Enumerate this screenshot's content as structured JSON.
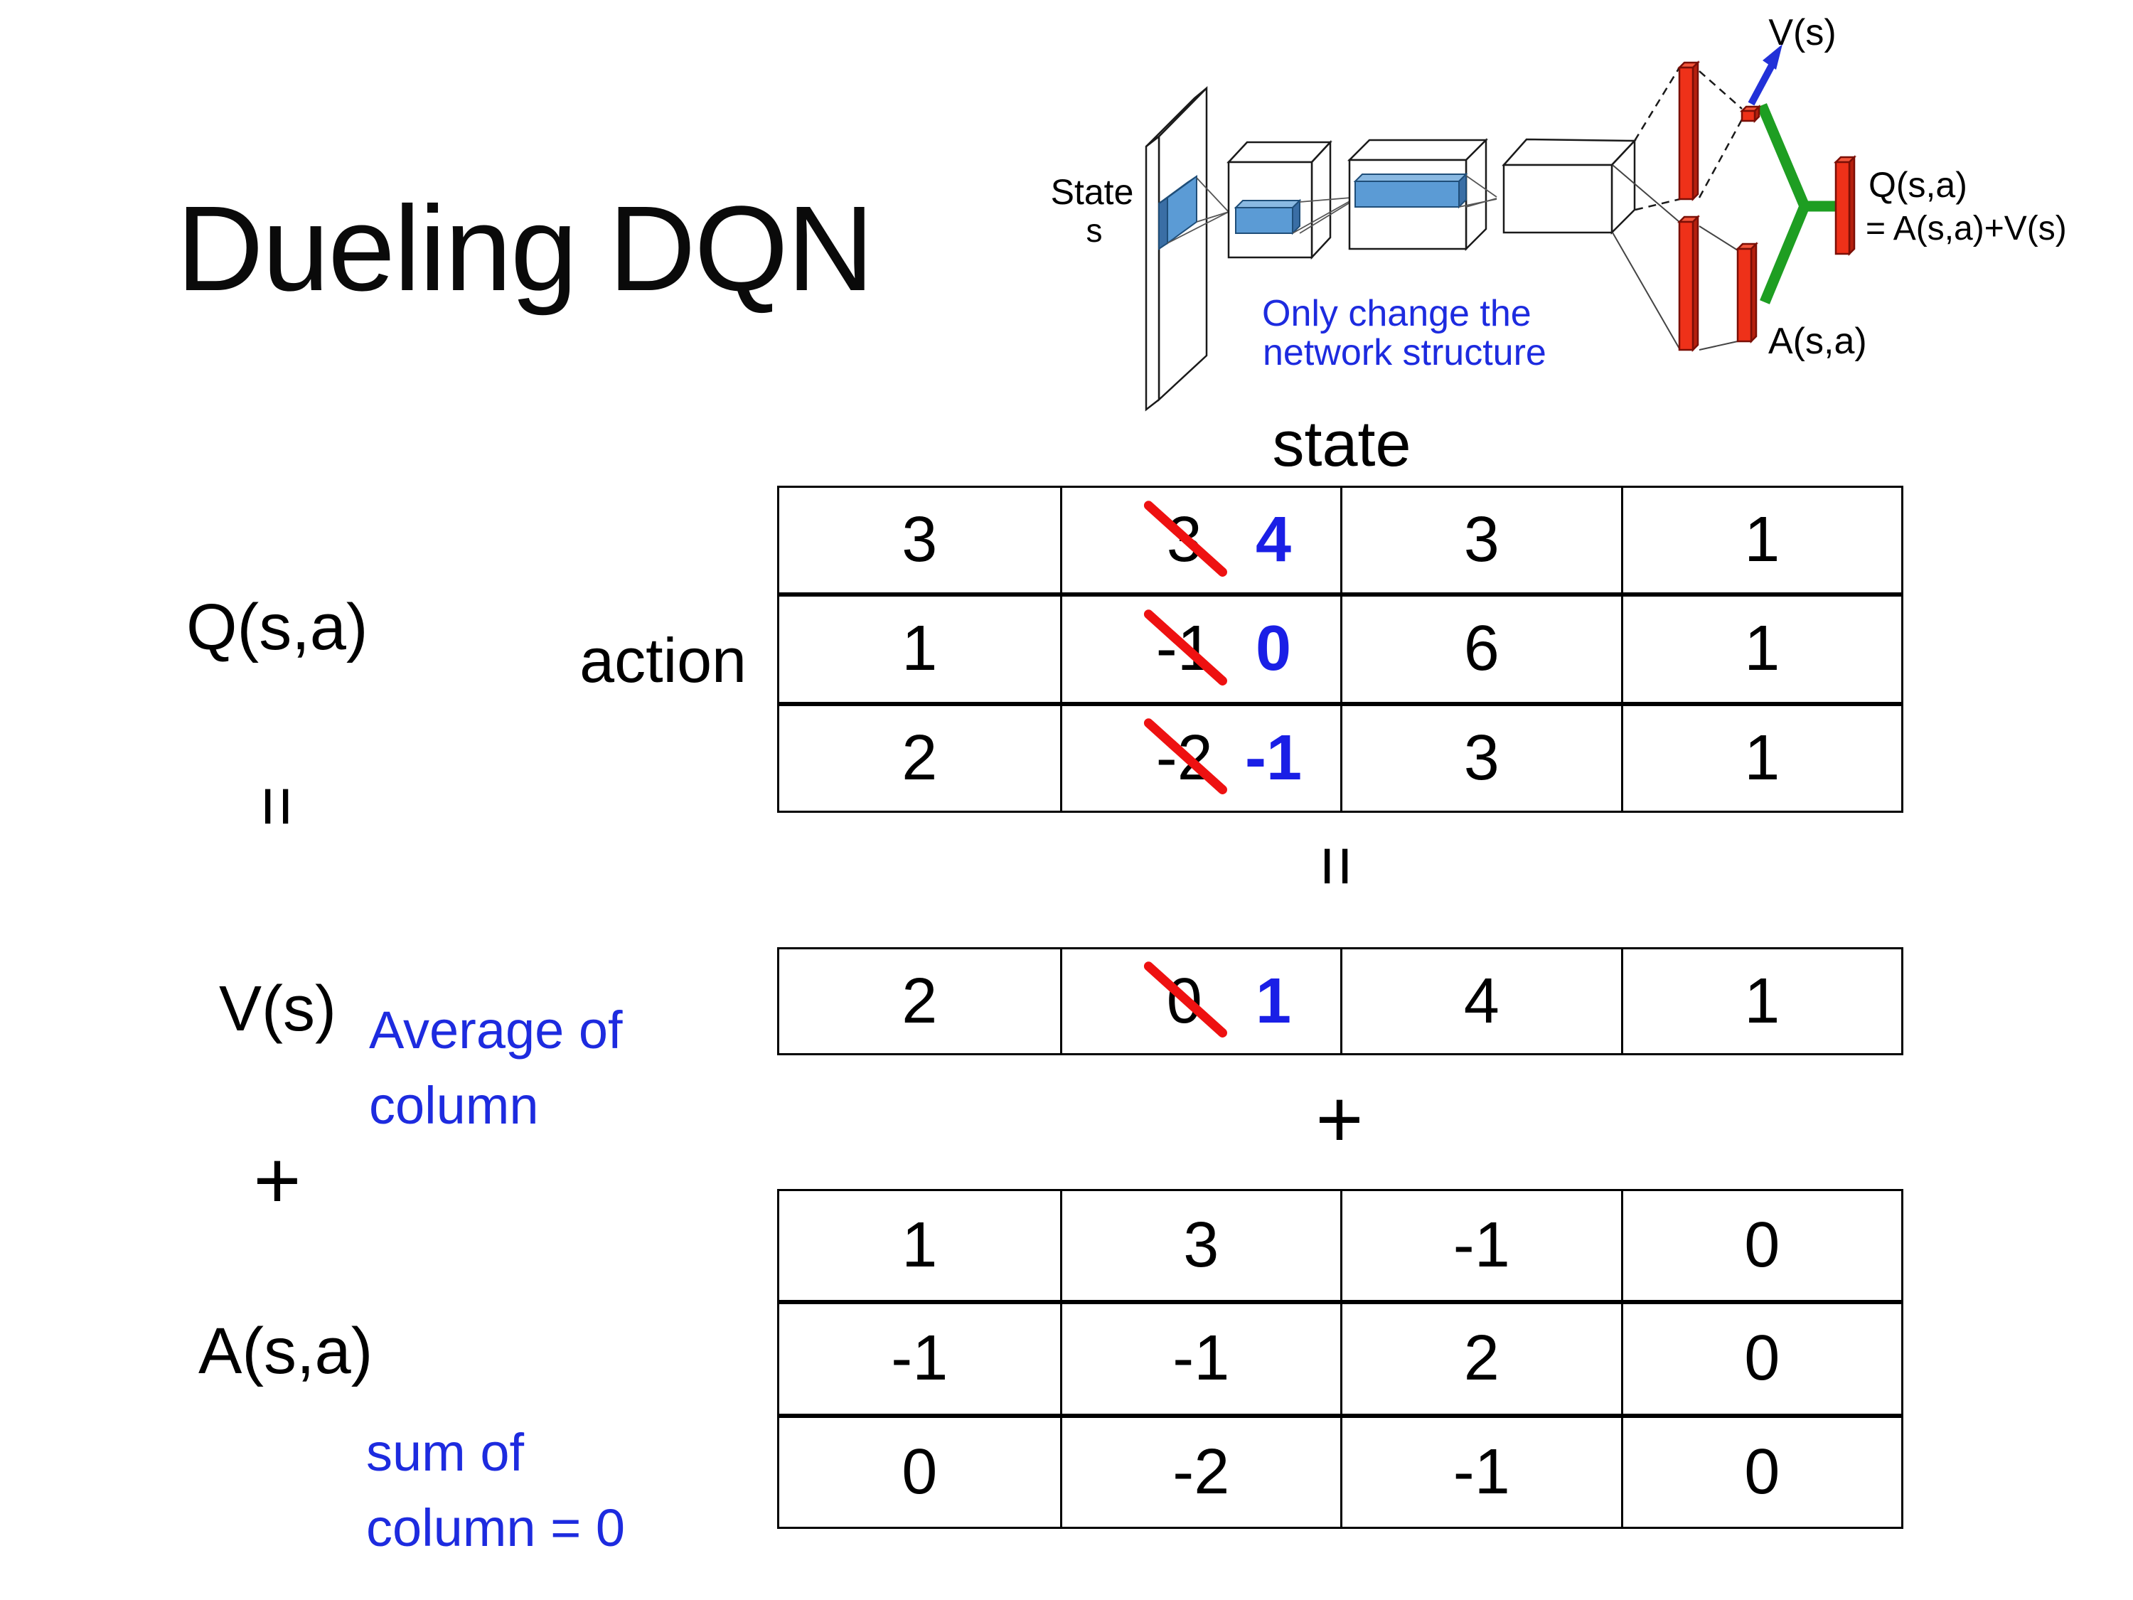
{
  "slide": {
    "title": "Dueling DQN",
    "background": "#ffffff"
  },
  "colors": {
    "text": "#000000",
    "note_blue": "#1d2bdf",
    "corrected_value_blue": "#1a1fe6",
    "slash_red": "#ee1111",
    "bar_red": "#ee3119",
    "green_link": "#1e9e22",
    "arrow_blue": "#2231d8",
    "conv_slab_blue": "#5b9bd5"
  },
  "diagram": {
    "input_label_line1": "State",
    "input_label_line2": "s",
    "note_line1": "Only change the",
    "note_line2": "network structure",
    "v_output_label": "V(s)",
    "q_output_label_line1": "Q(s,a)",
    "q_output_label_line2": "= A(s,a)+V(s)",
    "a_output_label": "A(s,a)"
  },
  "equation": {
    "q_label": "Q(s,a)",
    "v_label": "V(s)",
    "a_label": "A(s,a)",
    "equals_rotated_left": "=",
    "equals_rotated_mid": "=",
    "plus_left": "+",
    "plus_mid": "+",
    "state_header": "state",
    "action_header": "action",
    "avg_note_line1": "Average of",
    "avg_note_line2": "column",
    "sum_note_line1": "sum of",
    "sum_note_line2": "column = 0"
  },
  "q_table": {
    "rows": [
      {
        "c0": "3",
        "old": "3",
        "new": "4",
        "c2": "3",
        "c3": "1"
      },
      {
        "c0": "1",
        "old": "-1",
        "new": "0",
        "c2": "6",
        "c3": "1"
      },
      {
        "c0": "2",
        "old": "-2",
        "new": "-1",
        "c2": "3",
        "c3": "1"
      }
    ]
  },
  "v_table": {
    "c0": "2",
    "old": "0",
    "new": "1",
    "c2": "4",
    "c3": "1"
  },
  "a_table": {
    "rows": [
      {
        "c0": "1",
        "c1": "3",
        "c2": "-1",
        "c3": "0"
      },
      {
        "c0": "-1",
        "c1": "-1",
        "c2": "2",
        "c3": "0"
      },
      {
        "c0": "0",
        "c1": "-2",
        "c2": "-1",
        "c3": "0"
      }
    ]
  }
}
